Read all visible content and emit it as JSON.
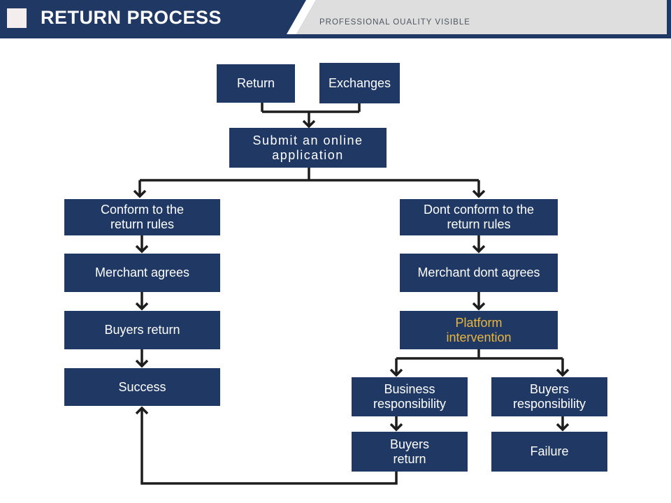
{
  "header": {
    "title": "RETURN PROCESS",
    "tagline": "PROFESSIONAL OUALITY VISIBLE",
    "colors": {
      "navy": "#1f3864",
      "gray": "#dedede",
      "square": "#f4eded",
      "tagline_text": "#4d5561"
    }
  },
  "flowchart": {
    "line_color": "#1d1d1d",
    "node_bg": "#1f3864",
    "node_text": "#ffffff",
    "accent_text": "#e8b540",
    "nodes": [
      {
        "id": "return",
        "line1": "Return"
      },
      {
        "id": "exchanges",
        "line1": "Exchanges"
      },
      {
        "id": "submit-application",
        "line1": "Submit an online",
        "line2": "application"
      },
      {
        "id": "conform-rules",
        "line1": "Conform to the",
        "line2": "return rules"
      },
      {
        "id": "merchant-agrees",
        "line1": "Merchant agrees"
      },
      {
        "id": "buyers-return",
        "line1": "Buyers return"
      },
      {
        "id": "success",
        "line1": "Success"
      },
      {
        "id": "dont-conform-rules",
        "line1": "Dont conform to the",
        "line2": "return rules"
      },
      {
        "id": "merchant-dont-agrees",
        "line1": "Merchant dont agrees"
      },
      {
        "id": "platform-intervention",
        "line1": "Platform",
        "line2": "intervention"
      },
      {
        "id": "business-responsibility",
        "line1": "Business",
        "line2": "responsibility"
      },
      {
        "id": "buyers-responsibility",
        "line1": "Buyers",
        "line2": "responsibility"
      },
      {
        "id": "buyers-return-2",
        "line1": "Buyers",
        "line2": "return"
      },
      {
        "id": "failure",
        "line1": "Failure"
      }
    ]
  }
}
